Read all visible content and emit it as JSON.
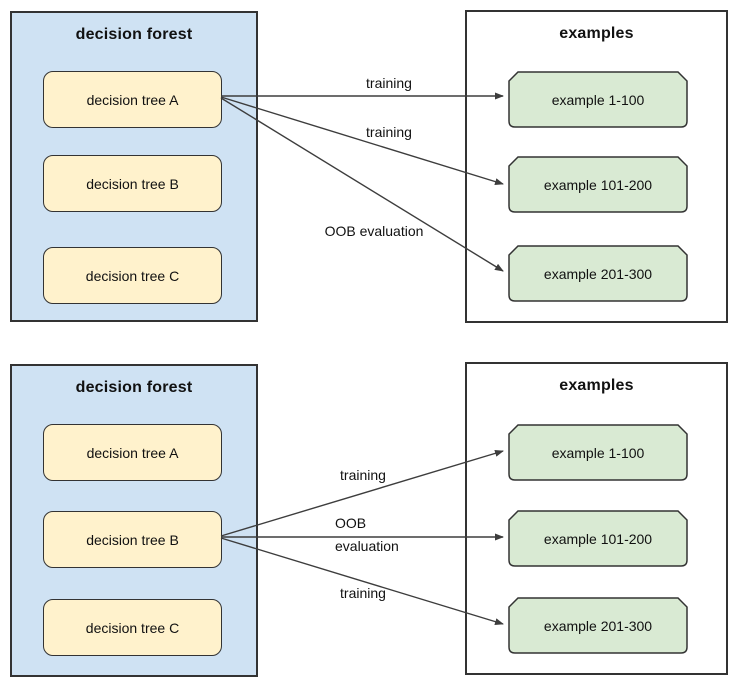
{
  "colors": {
    "forest_fill": "#cfe2f3",
    "tree_fill": "#fff2cc",
    "example_fill": "#d9ead3",
    "border": "#333333",
    "arrow": "#3d3d3d",
    "text": "#111111",
    "canvas_bg": "#ffffff"
  },
  "diagrams": [
    {
      "forest": {
        "title": "decision forest",
        "trees": [
          {
            "label": "decision tree A"
          },
          {
            "label": "decision tree B"
          },
          {
            "label": "decision tree C"
          }
        ]
      },
      "examples": {
        "title": "examples",
        "items": [
          {
            "label": "example 1-100"
          },
          {
            "label": "example 101-200"
          },
          {
            "label": "example 201-300"
          }
        ]
      },
      "arrows": [
        {
          "from": "decision tree A",
          "to": "example 1-100",
          "label": "training"
        },
        {
          "from": "decision tree A",
          "to": "example 101-200",
          "label": "training"
        },
        {
          "from": "decision tree A",
          "to": "example 201-300",
          "label": "OOB evaluation"
        }
      ]
    },
    {
      "forest": {
        "title": "decision forest",
        "trees": [
          {
            "label": "decision tree A"
          },
          {
            "label": "decision tree B"
          },
          {
            "label": "decision tree C"
          }
        ]
      },
      "examples": {
        "title": "examples",
        "items": [
          {
            "label": "example 1-100"
          },
          {
            "label": "example 101-200"
          },
          {
            "label": "example 201-300"
          }
        ]
      },
      "arrows": [
        {
          "from": "decision tree B",
          "to": "example 1-100",
          "label": "training"
        },
        {
          "from": "decision tree B",
          "to": "example 101-200",
          "label": "OOB evaluation"
        },
        {
          "from": "decision tree B",
          "to": "example 201-300",
          "label": "training"
        }
      ]
    }
  ]
}
